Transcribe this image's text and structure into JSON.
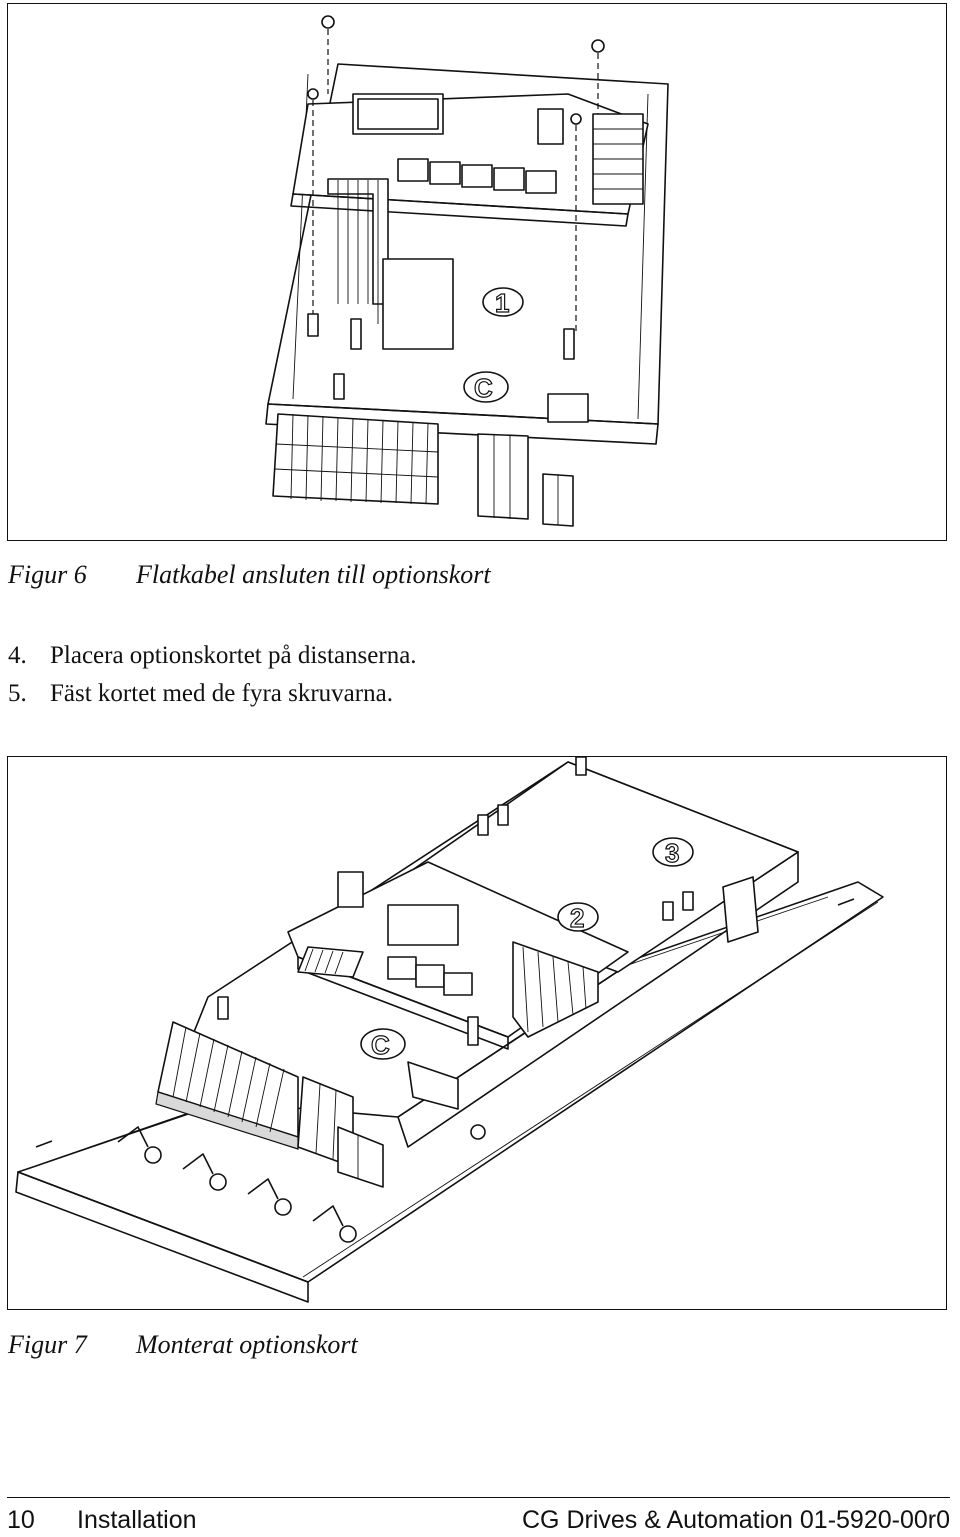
{
  "figure6": {
    "number": "Figur 6",
    "caption": "Flatkabel ansluten till optionskort",
    "marks": {
      "board": "1",
      "controller": "C"
    }
  },
  "steps": [
    {
      "number": "4.",
      "text": "Placera optionskortet på distanserna."
    },
    {
      "number": "5.",
      "text": "Fäst kortet med de fyra skruvarna."
    }
  ],
  "figure7": {
    "number": "Figur 7",
    "caption": "Monterat optionskort",
    "marks": {
      "board_a": "3",
      "board_b": "2",
      "controller": "C"
    }
  },
  "footer": {
    "page_number": "10",
    "section": "Installation",
    "document_ref": "CG Drives & Automation 01-5920-00r0"
  }
}
